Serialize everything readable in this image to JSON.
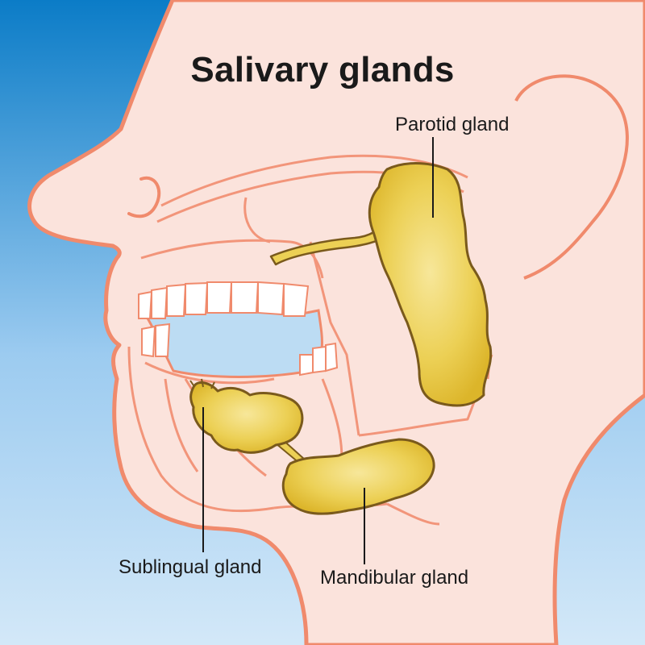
{
  "title": "Salivary glands",
  "labels": {
    "parotid": "Parotid gland",
    "sublingual": "Sublingual gland",
    "mandibular": "Mandibular gland"
  },
  "colors": {
    "background_top": "#0b7cc7",
    "background_bottom": "#cfe6f7",
    "skin": "#fbe3dc",
    "outline": "#f08a6c",
    "gland_fill": "#e8c53a",
    "gland_light": "#f6e58a",
    "gland_outline": "#7a5a1c",
    "teeth": "#ffffff",
    "mouth": "#bcdcf3"
  }
}
